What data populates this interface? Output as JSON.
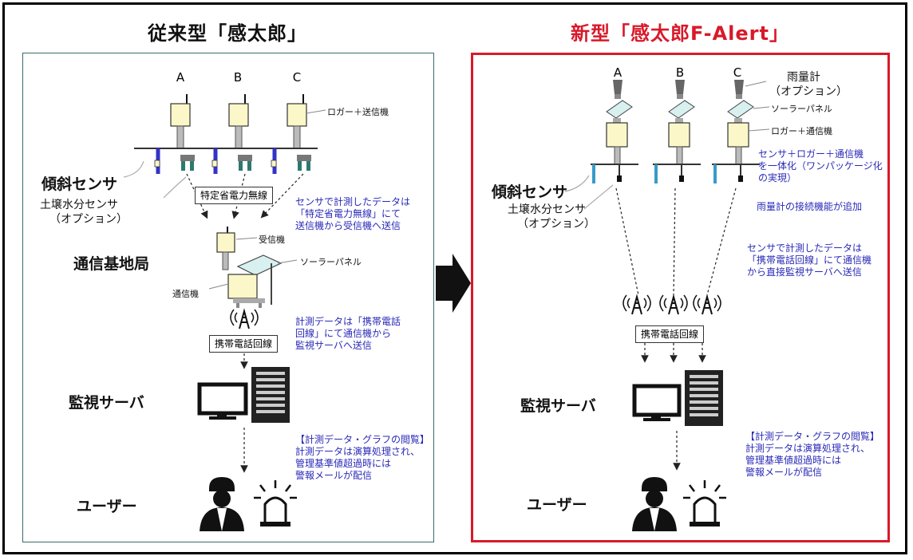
{
  "colors": {
    "accent_red": "#d9192a",
    "note_blue": "#2a2ab8",
    "logger_yellow": "#fbf7c8",
    "sensor_blue": "#3333c8",
    "panel_border_left": "#3a6b6b"
  },
  "left": {
    "title": "従来型「感太郎」",
    "col_a": "A",
    "col_b": "B",
    "col_c": "C",
    "logger_label": "ロガー＋送信機",
    "tilt_sensor": "傾斜センサ",
    "soil_sensor_1": "土壌水分センサ",
    "soil_sensor_2": "（オプション）",
    "radio_box": "特定省電力無線",
    "note1": [
      "センサで計測したデータは",
      "「特定省電力無線」にて",
      "送信機から受信機へ送信"
    ],
    "receiver": "受信機",
    "base_station": "通信基地局",
    "solar_panel": "ソーラーパネル",
    "comm_unit": "通信機",
    "note2": [
      "計測データは「携帯電話",
      "回線」にて通信機から",
      "監視サーバへ送信"
    ],
    "mobile_box": "携帯電話回線",
    "server": "監視サーバ",
    "note3": [
      "【計測データ・グラフの閲覧】",
      "計測データは演算処理され、",
      "管理基準値超過時には",
      "警報メールが配信"
    ],
    "user": "ユーザー"
  },
  "right": {
    "title": "新型「感太郎F-Alert」",
    "col_a": "A",
    "col_b": "B",
    "col_c": "C",
    "rain_gauge_1": "雨量計",
    "rain_gauge_2": "（オプション）",
    "solar_panel": "ソーラーパネル",
    "logger_label": "ロガー＋通信機",
    "note0": [
      "センサ＋ロガー＋通信機",
      "を一体化（ワンパッケージ化",
      "の実現）"
    ],
    "tilt_sensor": "傾斜センサ",
    "soil_sensor_1": "土壌水分センサ",
    "soil_sensor_2": "（オプション）",
    "note1": [
      "雨量計の接続機能が追加"
    ],
    "note2": [
      "センサで計測したデータは",
      "「携帯電話回線」にて通信機",
      "から直接監視サーバへ送信"
    ],
    "mobile_box": "携帯電話回線",
    "server": "監視サーバ",
    "note3": [
      "【計測データ・グラフの閲覧】",
      "計測データは演算処理され、",
      "管理基準値超過時には",
      "警報メールが配信"
    ],
    "user": "ユーザー"
  }
}
